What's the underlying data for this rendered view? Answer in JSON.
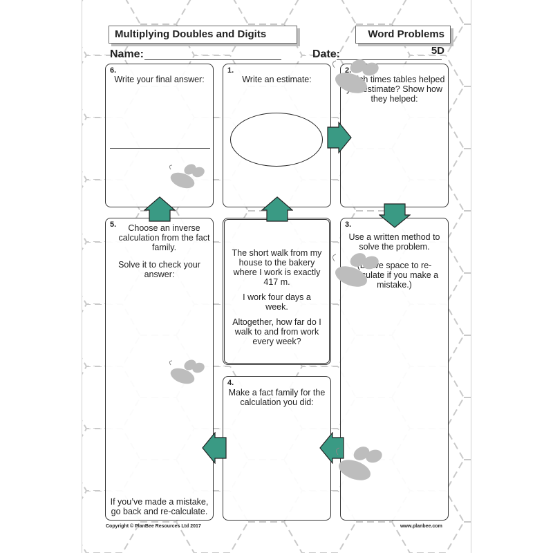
{
  "header": {
    "title": "Multiplying Doubles and Digits",
    "series": "Word Problems 5D",
    "name_label": "Name:",
    "date_label": "Date:"
  },
  "boxes": {
    "b6": {
      "number": "6.",
      "text": "Write your final answer:"
    },
    "b1": {
      "number": "1.",
      "text": "Write an estimate:"
    },
    "b2": {
      "number": "2.",
      "text": "Which times tables helped you estimate? Show how they helped:"
    },
    "b5": {
      "number": "5.",
      "text": "Choose an inverse calculation from the fact family.",
      "text2": "Solve it to check your answer:",
      "text3": "If you’ve made a mistake, go back and re-calculate."
    },
    "b3": {
      "number": "3.",
      "text": "Use a written method to solve the problem.",
      "text2": "(Leave space to re-calculate if you make a mistake.)"
    },
    "b4": {
      "number": "4.",
      "text": "Make a fact family for the calculation you did:"
    }
  },
  "problem": {
    "p1": "The short walk from my house to the bakery where I work is exactly 417 m.",
    "p2": "I work four days a week.",
    "p3": "Altogether, how far do I walk to and from work every week?"
  },
  "footer": {
    "copyright": "Copyright © PlanBee Resources Ltd 2017",
    "url": "www.planbee.com"
  },
  "colors": {
    "arrow": "#3a9a84",
    "bee": "#bdbdbd",
    "hex_lines": "#c9c9c9"
  },
  "icons": {
    "arrow": "block-arrow-icon",
    "bee": "bee-icon"
  }
}
